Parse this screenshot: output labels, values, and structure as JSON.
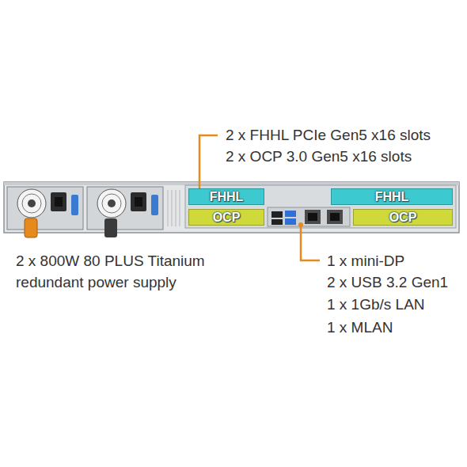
{
  "diagram": {
    "nodes": [
      {
        "text": [
          "FHHL"
        ]
      },
      {
        "text": [
          "FHHL"
        ]
      },
      {
        "text": [
          "OCP"
        ]
      },
      {
        "text": [
          "OCP"
        ]
      }
    ],
    "labels": [
      "2 x FHHL PCIe Gen5 x16 slots",
      "2 x OCP 3.0 Gen5 x16 slots",
      "2 x 800W 80 PLUS Titanium redundant power supply",
      "1 x mini-DP",
      "2 x USB 3.2 Gen1",
      "1 x 1Gb/s LAN",
      "1 x MLAN"
    ]
  }
}
